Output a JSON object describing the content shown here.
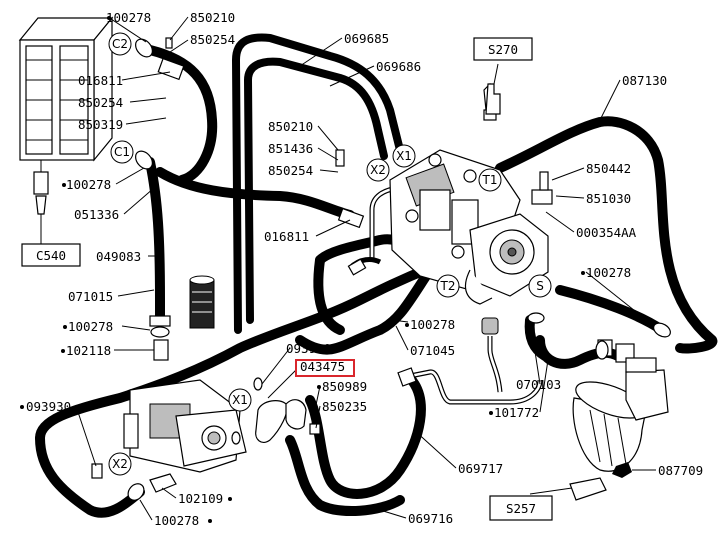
{
  "labels": {
    "l100278_top": "100278",
    "l850210_top": "850210",
    "l850254_top": "850254",
    "l069685": "069685",
    "l069686": "069686",
    "l087130": "087130",
    "l016811_top": "016811",
    "l850254_mid": "850254",
    "l850319": "850319",
    "l850210_mid": "850210",
    "l851436": "851436",
    "l850254_b": "850254",
    "l100278_c1": "100278",
    "l051336": "051336",
    "l016811_mid": "016811",
    "l850442": "850442",
    "l851030": "851030",
    "l000354AA": "000354AA",
    "l049083": "049083",
    "l071015": "071015",
    "l100278_left": "100278",
    "l102118": "102118",
    "l100278_right": "100278",
    "l100278_center": "100278",
    "l071045": "071045",
    "l093930_center": "093930",
    "l043475": "043475",
    "l850989": "850989",
    "l850235": "850235",
    "l093930_left": "093930",
    "l070103": "070103",
    "l101772": "101772",
    "l069717": "069717",
    "l087709": "087709",
    "l102109": "102109",
    "l100278_bottom": "100278",
    "l069716": "069716"
  },
  "boxes": {
    "s270": "S270",
    "c540": "C540",
    "s257": "S257"
  },
  "circles": {
    "c2": "C2",
    "c1": "C1",
    "x1_top": "X1",
    "x2_top": "X2",
    "t1": "T1",
    "t2": "T2",
    "s": "S",
    "x1_bottom": "X1",
    "x2_bottom": "X2"
  },
  "colors": {
    "line": "#000000",
    "highlight": "#d9262c",
    "background": "#ffffff"
  }
}
